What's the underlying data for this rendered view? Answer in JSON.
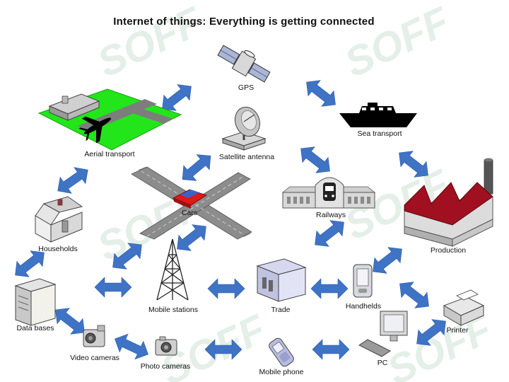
{
  "title": "Internet of things: Everything is getting connected",
  "watermark": "SOFF",
  "colors": {
    "arrow": "#3f73c6",
    "grass": "#22e61a",
    "factory_roof": "#a01020",
    "watermark": "#cfe3d6",
    "road": "#8a8a8a"
  },
  "nodes": {
    "gps": {
      "label": "GPS",
      "icon": "satellite-icon"
    },
    "sea_transport": {
      "label": "Sea transport",
      "icon": "ship-icon"
    },
    "aerial_transport": {
      "label": "Aerial transport",
      "icon": "airport-icon"
    },
    "satellite_antenna": {
      "label": "Satellite antenna",
      "icon": "satellite-dish-icon"
    },
    "cars": {
      "label": "Cars",
      "icon": "car-crossroad-icon"
    },
    "railways": {
      "label": "Railways",
      "icon": "train-station-icon"
    },
    "production": {
      "label": "Production",
      "icon": "factory-icon"
    },
    "households": {
      "label": "Households",
      "icon": "house-icon"
    },
    "mobile_stations": {
      "label": "Mobile stations",
      "icon": "radio-tower-icon"
    },
    "trade": {
      "label": "Trade",
      "icon": "store-icon"
    },
    "handhelds": {
      "label": "Handhelds",
      "icon": "pda-icon"
    },
    "printer": {
      "label": "Printer",
      "icon": "printer-icon"
    },
    "data_bases": {
      "label": "Data bases",
      "icon": "server-icon"
    },
    "video_cameras": {
      "label": "Video cameras",
      "icon": "video-camera-icon"
    },
    "photo_cameras": {
      "label": "Photo cameras",
      "icon": "photo-camera-icon"
    },
    "mobile_phone": {
      "label": "Mobile phone",
      "icon": "mobile-phone-icon"
    },
    "pc": {
      "label": "PC",
      "icon": "desktop-pc-icon"
    }
  }
}
